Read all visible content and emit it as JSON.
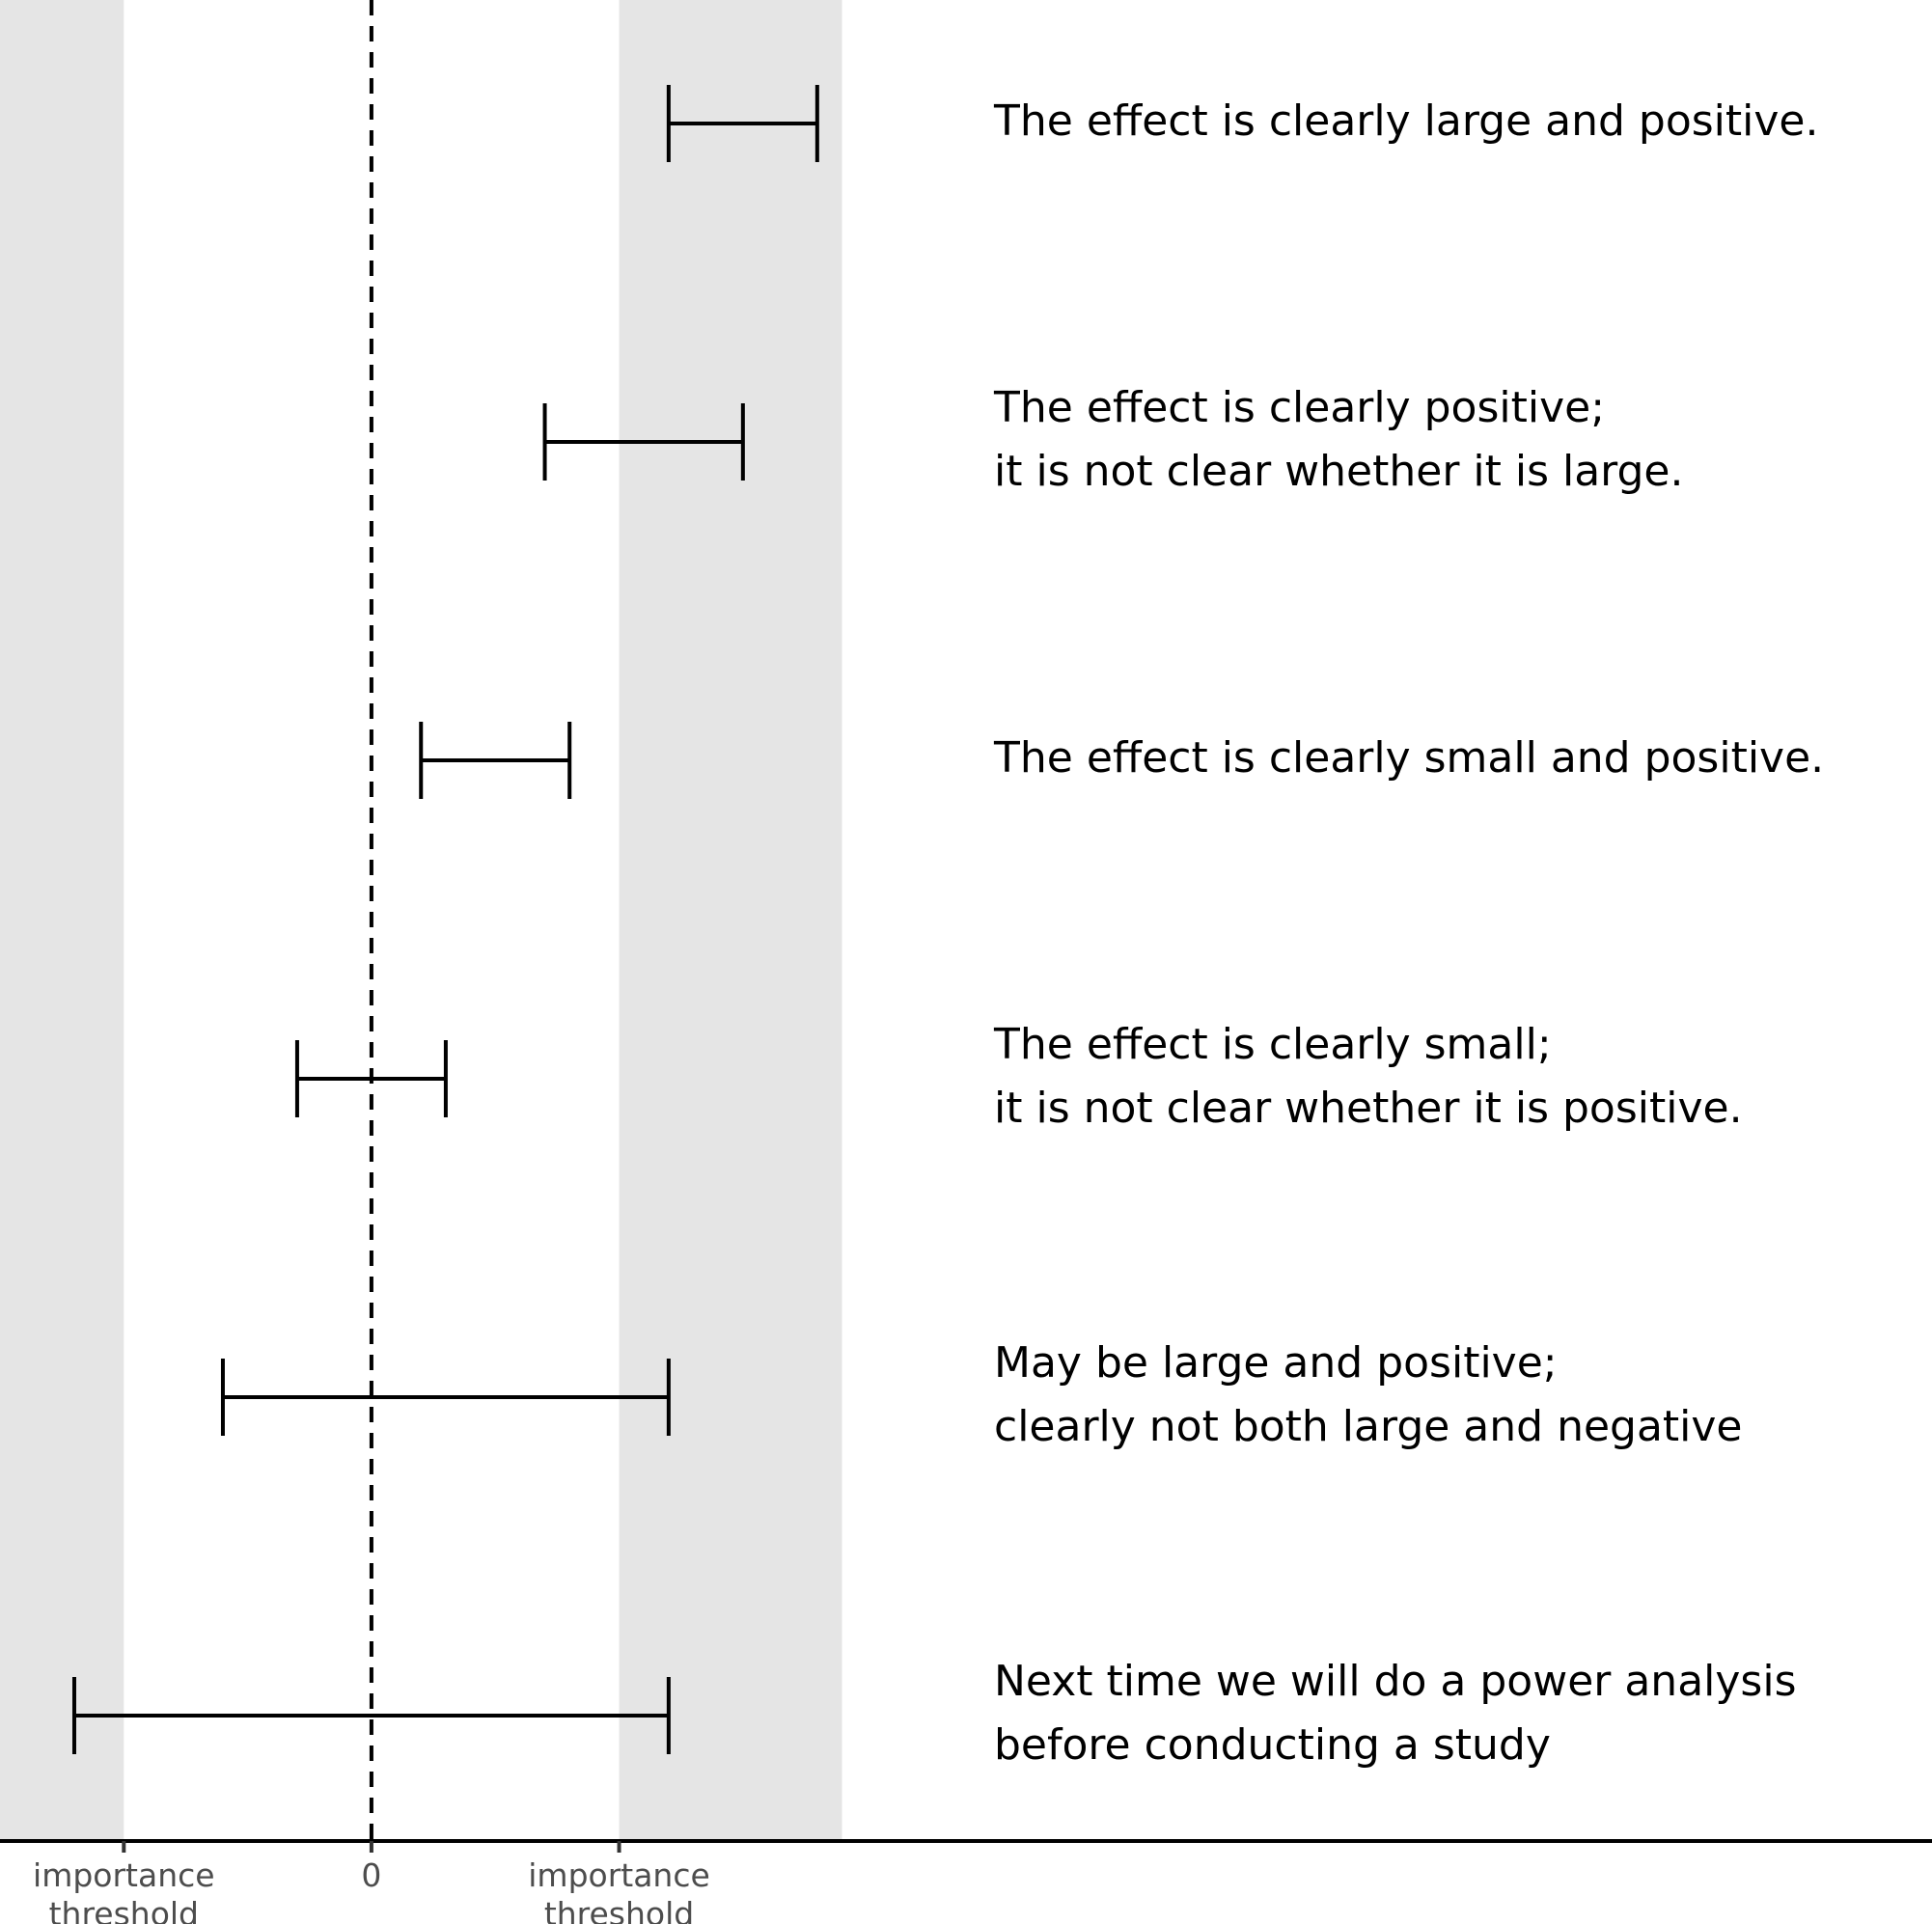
{
  "chart_data": {
    "type": "errorbar",
    "title": "",
    "xlabel": "",
    "ylabel": "",
    "xlim": [
      -1.5,
      2.4
    ],
    "shaded_regions": [
      {
        "from": -1.5,
        "to": -1
      },
      {
        "from": 1,
        "to": 1.9
      }
    ],
    "reference_line": {
      "x": 0,
      "style": "dashed"
    },
    "grid": false,
    "colors": {
      "shade": "#e5e5e5",
      "line": "#000000",
      "tick_label": "#4d4d4d"
    },
    "x_ticks": [
      {
        "value": -1,
        "lines": [
          "importance",
          "threshold"
        ]
      },
      {
        "value": 0,
        "lines": [
          "0"
        ]
      },
      {
        "value": 1,
        "lines": [
          "importance",
          "threshold"
        ]
      }
    ],
    "intervals": [
      {
        "low": 1.2,
        "high": 1.8,
        "annotation": [
          "The effect is clearly large and positive."
        ]
      },
      {
        "low": 0.7,
        "high": 1.5,
        "annotation": [
          "The effect is clearly positive;",
          "it is not clear whether it is large."
        ]
      },
      {
        "low": 0.2,
        "high": 0.8,
        "annotation": [
          "The effect is clearly small and positive."
        ]
      },
      {
        "low": -0.3,
        "high": 0.3,
        "annotation": [
          "The effect is clearly small;",
          "it is not clear whether it is positive."
        ]
      },
      {
        "low": -0.6,
        "high": 1.2,
        "annotation": [
          "May be large and positive;",
          "clearly not both large and negative"
        ]
      },
      {
        "low": -1.2,
        "high": 1.2,
        "annotation": [
          "Next time we will do a power analysis",
          "before conducting a study"
        ]
      }
    ]
  }
}
